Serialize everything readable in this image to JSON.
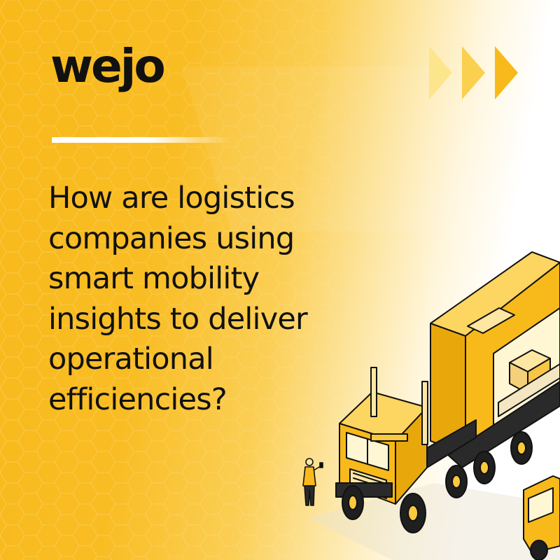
{
  "brand": {
    "logo_text": "wejo"
  },
  "headline": {
    "lines": [
      "How are logistics",
      "companies using",
      "smart mobility",
      "insights to deliver",
      "operational",
      "efficiencies?"
    ]
  },
  "colors": {
    "brand_yellow": "#F8B91A",
    "ink": "#111111",
    "background_right": "#FFFFFF"
  },
  "icons": [
    "triple-chevron-arrows-icon",
    "truck-illustration",
    "person-illustration"
  ]
}
